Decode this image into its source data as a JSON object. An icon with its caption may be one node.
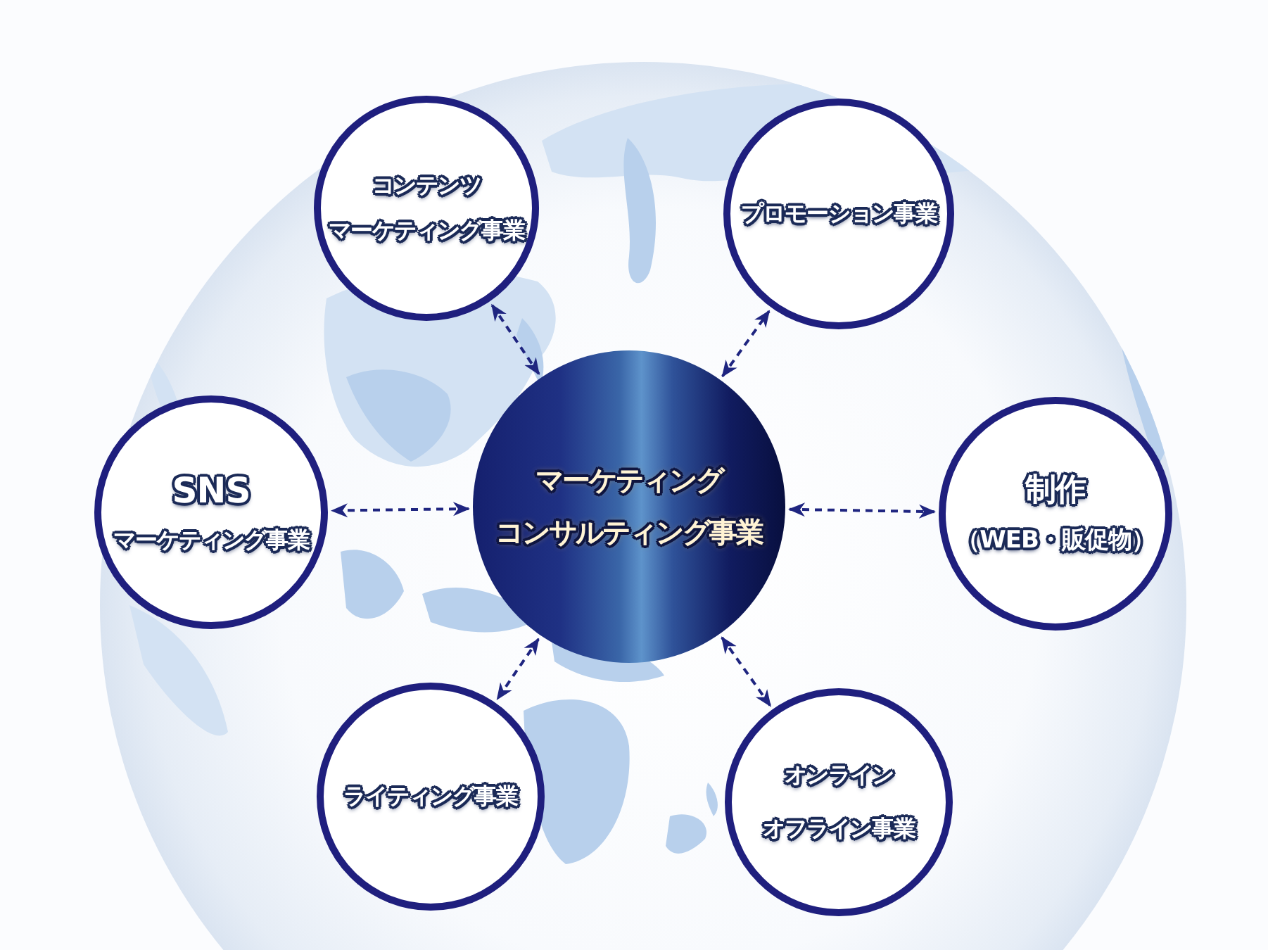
{
  "diagram": {
    "nodes": [
      {
        "text": [
          "コンテンツマーケティング事業"
        ]
      },
      {
        "text": [
          "プロモーション事業"
        ]
      },
      {
        "text": [
          "SNS",
          "マーケティング事業"
        ]
      },
      {
        "text": [
          "マーケティングコンサルティング事業"
        ]
      },
      {
        "text": [
          "制作",
          "（WEB・販促物）"
        ]
      },
      {
        "text": [
          "ライティング事業"
        ]
      },
      {
        "text": [
          "オンラインオフライン事業"
        ]
      }
    ],
    "edges": [
      {
        "from": 3,
        "to": 0,
        "arrow": "both",
        "style": "dashed"
      },
      {
        "from": 3,
        "to": 1,
        "arrow": "both",
        "style": "dashed"
      },
      {
        "from": 3,
        "to": 2,
        "arrow": "both",
        "style": "dashed"
      },
      {
        "from": 3,
        "to": 4,
        "arrow": "both",
        "style": "dashed"
      },
      {
        "from": 3,
        "to": 5,
        "arrow": "both",
        "style": "dashed"
      },
      {
        "from": 3,
        "to": 6,
        "arrow": "both",
        "style": "dashed"
      }
    ]
  }
}
